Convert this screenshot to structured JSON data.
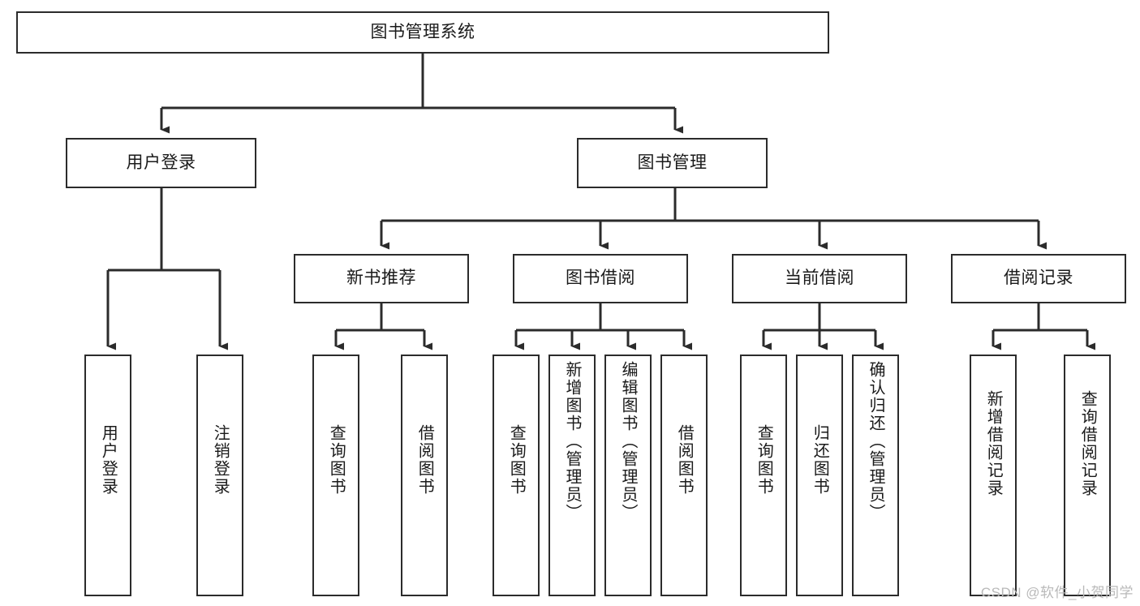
{
  "diagram": {
    "title": "图书管理系统",
    "type": "tree",
    "root": {
      "id": "root",
      "label": "图书管理系统"
    },
    "level2": [
      {
        "id": "user-login",
        "label": "用户登录"
      },
      {
        "id": "book-manage",
        "label": "图书管理"
      }
    ],
    "level3": [
      {
        "id": "new-book-recommend",
        "label": "新书推荐",
        "parent": "book-manage"
      },
      {
        "id": "book-borrow",
        "label": "图书借阅",
        "parent": "book-manage"
      },
      {
        "id": "current-borrow",
        "label": "当前借阅",
        "parent": "book-manage"
      },
      {
        "id": "borrow-record",
        "label": "借阅记录",
        "parent": "book-manage"
      }
    ],
    "leaves": [
      {
        "id": "leaf-user-login",
        "label": "用户登录",
        "parent": "user-login"
      },
      {
        "id": "leaf-user-logout",
        "label": "注销登录",
        "parent": "user-login"
      },
      {
        "id": "leaf-query-book-1",
        "label": "查询图书",
        "parent": "new-book-recommend"
      },
      {
        "id": "leaf-borrow-book-1",
        "label": "借阅图书",
        "parent": "new-book-recommend"
      },
      {
        "id": "leaf-query-book-2",
        "label": "查询图书",
        "parent": "book-borrow"
      },
      {
        "id": "leaf-add-book",
        "label": "新增图书（管理员）",
        "parent": "book-borrow"
      },
      {
        "id": "leaf-edit-book",
        "label": "编辑图书（管理员）",
        "parent": "book-borrow"
      },
      {
        "id": "leaf-borrow-book-2",
        "label": "借阅图书",
        "parent": "book-borrow"
      },
      {
        "id": "leaf-query-book-3",
        "label": "查询图书",
        "parent": "current-borrow"
      },
      {
        "id": "leaf-return-book",
        "label": "归还图书",
        "parent": "current-borrow"
      },
      {
        "id": "leaf-confirm-return",
        "label": "确认归还（管理员）",
        "parent": "current-borrow"
      },
      {
        "id": "leaf-add-record",
        "label": "新增借阅记录",
        "parent": "borrow-record"
      },
      {
        "id": "leaf-query-record",
        "label": "查询借阅记录",
        "parent": "borrow-record"
      }
    ],
    "colors": {
      "stroke": "#2b2b2b",
      "fill": "#ffffff",
      "text": "#1a1a1a",
      "watermark": "#b9b9b9"
    }
  },
  "watermark": {
    "text": "CSDN @软件_小贺同学"
  }
}
